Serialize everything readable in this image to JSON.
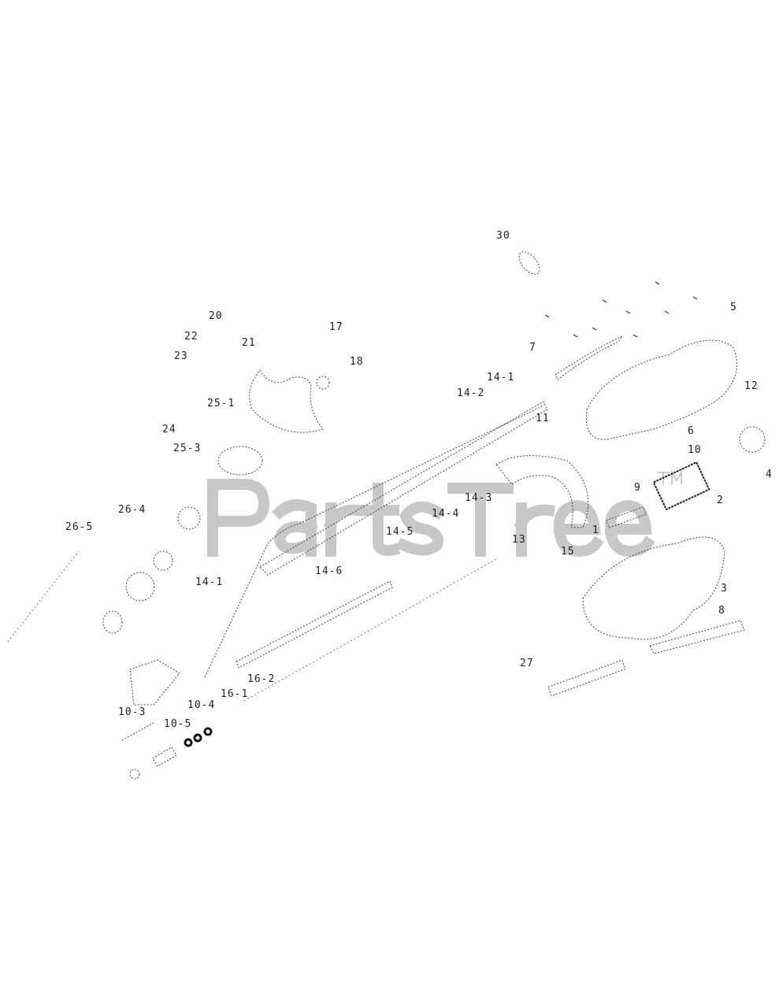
{
  "diagram": {
    "watermark": "PartsTree",
    "watermark_tm": "TM",
    "labels": [
      "30",
      "5",
      "7",
      "14-1",
      "14-2",
      "11",
      "12",
      "6",
      "10",
      "4",
      "2",
      "9",
      "3",
      "1",
      "13",
      "15",
      "14-4",
      "14-3",
      "14-5",
      "14-6",
      "8",
      "27",
      "17",
      "18",
      "20",
      "21",
      "22",
      "23",
      "24",
      "25-1",
      "25-3",
      "26-4",
      "26-5",
      "14-1",
      "10-3",
      "10-5",
      "10-4",
      "16-1",
      "16-2"
    ]
  }
}
